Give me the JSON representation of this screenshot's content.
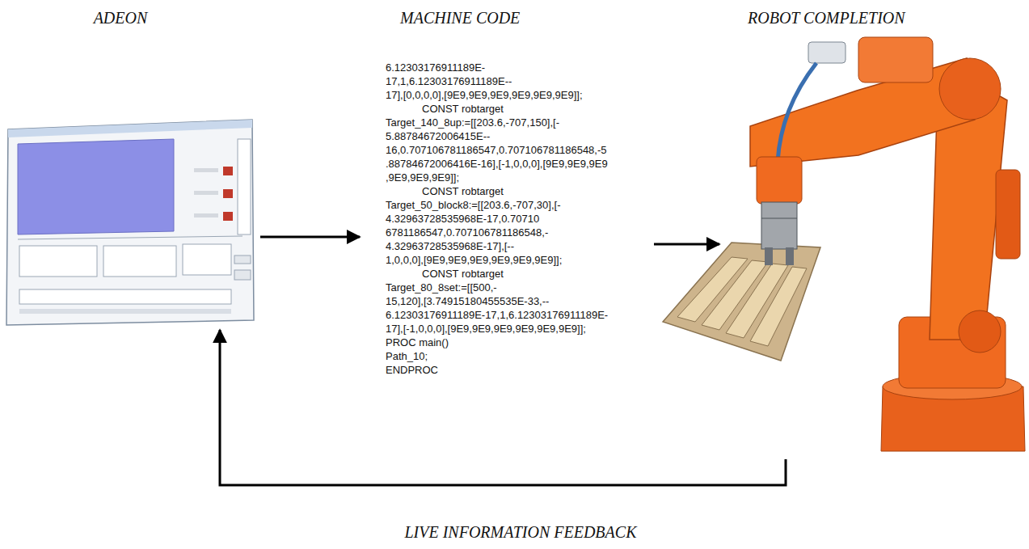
{
  "diagram": {
    "nodes": [
      {
        "text": [
          "ADEON"
        ]
      },
      {
        "text": [
          "MACHINE CODE",
          "6.12303176911189E-",
          "17,1,6.12303176911189E--",
          "17],[0,0,0,0],[9E9,9E9,9E9,9E9,9E9,9E9]];",
          "CONST robtarget",
          "Target_140_8up:=[[203.6,-707,150],[-",
          "5.88784672006415E--",
          "16,0.707106781186547,0.707106781186548,-5",
          ".88784672006416E-16],[-1,0,0,0],[9E9,9E9,9E9",
          ",9E9,9E9,9E9]];",
          "CONST robtarget",
          "Target_50_block8:=[[203.6,-707,30],[-",
          "4.32963728535968E-17,0.70710",
          "6781186547,0.707106781186548,-",
          "4.32963728535968E-17],[--",
          "1,0,0,0],[9E9,9E9,9E9,9E9,9E9,9E9]];",
          "CONST robtarget",
          "Target_80_8set:=[[500,-",
          "15,120],[3.74915180455535E-33,--",
          "6.12303176911189E-17,1,6.12303176911189E-",
          "17],[-1,0,0,0],[9E9,9E9,9E9,9E9,9E9,9E9]];",
          "PROC main()",
          "Path_10;",
          "ENDPROC"
        ]
      },
      {
        "text": [
          "ROBOT COMPLETION"
        ]
      }
    ],
    "edges": [
      {
        "from": 0,
        "to": 1,
        "arrow": "to"
      },
      {
        "from": 1,
        "to": 2,
        "arrow": "to"
      },
      {
        "from": 2,
        "to": 0,
        "label": "LIVE INFORMATION FEEDBACK",
        "arrow": "to"
      }
    ]
  }
}
